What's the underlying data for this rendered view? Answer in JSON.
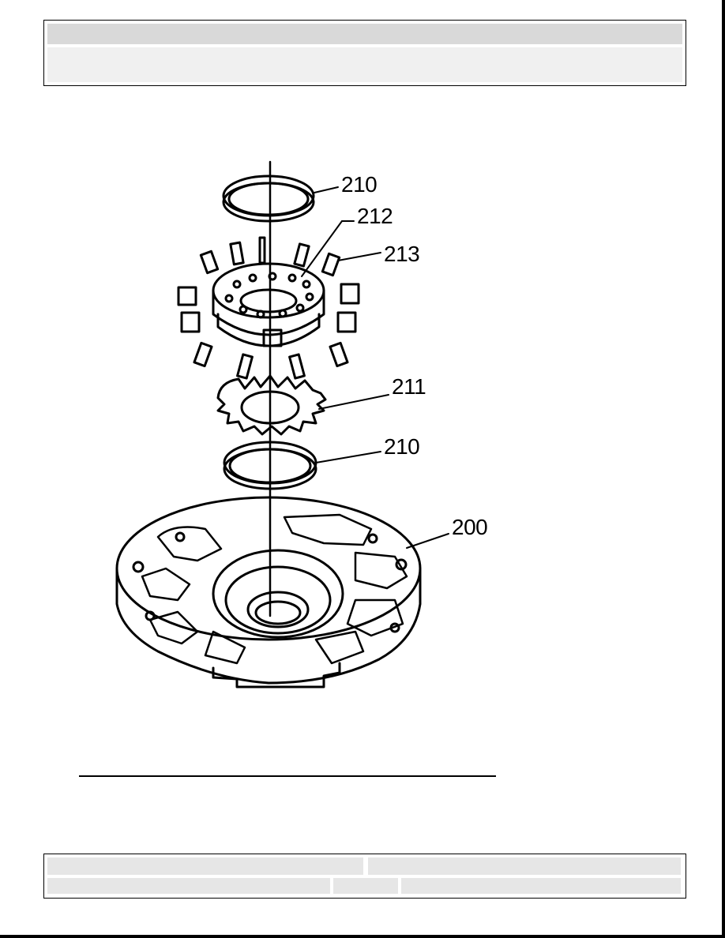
{
  "header": {
    "title": "",
    "subtitle": ""
  },
  "figure": {
    "callouts": {
      "c210_top": "210",
      "c212": "212",
      "c213": "213",
      "c211": "211",
      "c210_bottom": "210",
      "c200": "200"
    }
  },
  "footer": {
    "left_top": "",
    "right_top": "",
    "left_bottom": "",
    "mid_bottom": "",
    "right_bottom": ""
  },
  "colors": {
    "line": "#000000",
    "header_bar": "#d9d9d9",
    "header_body": "#f0f0f0",
    "footer_cell": "#e6e6e6"
  }
}
